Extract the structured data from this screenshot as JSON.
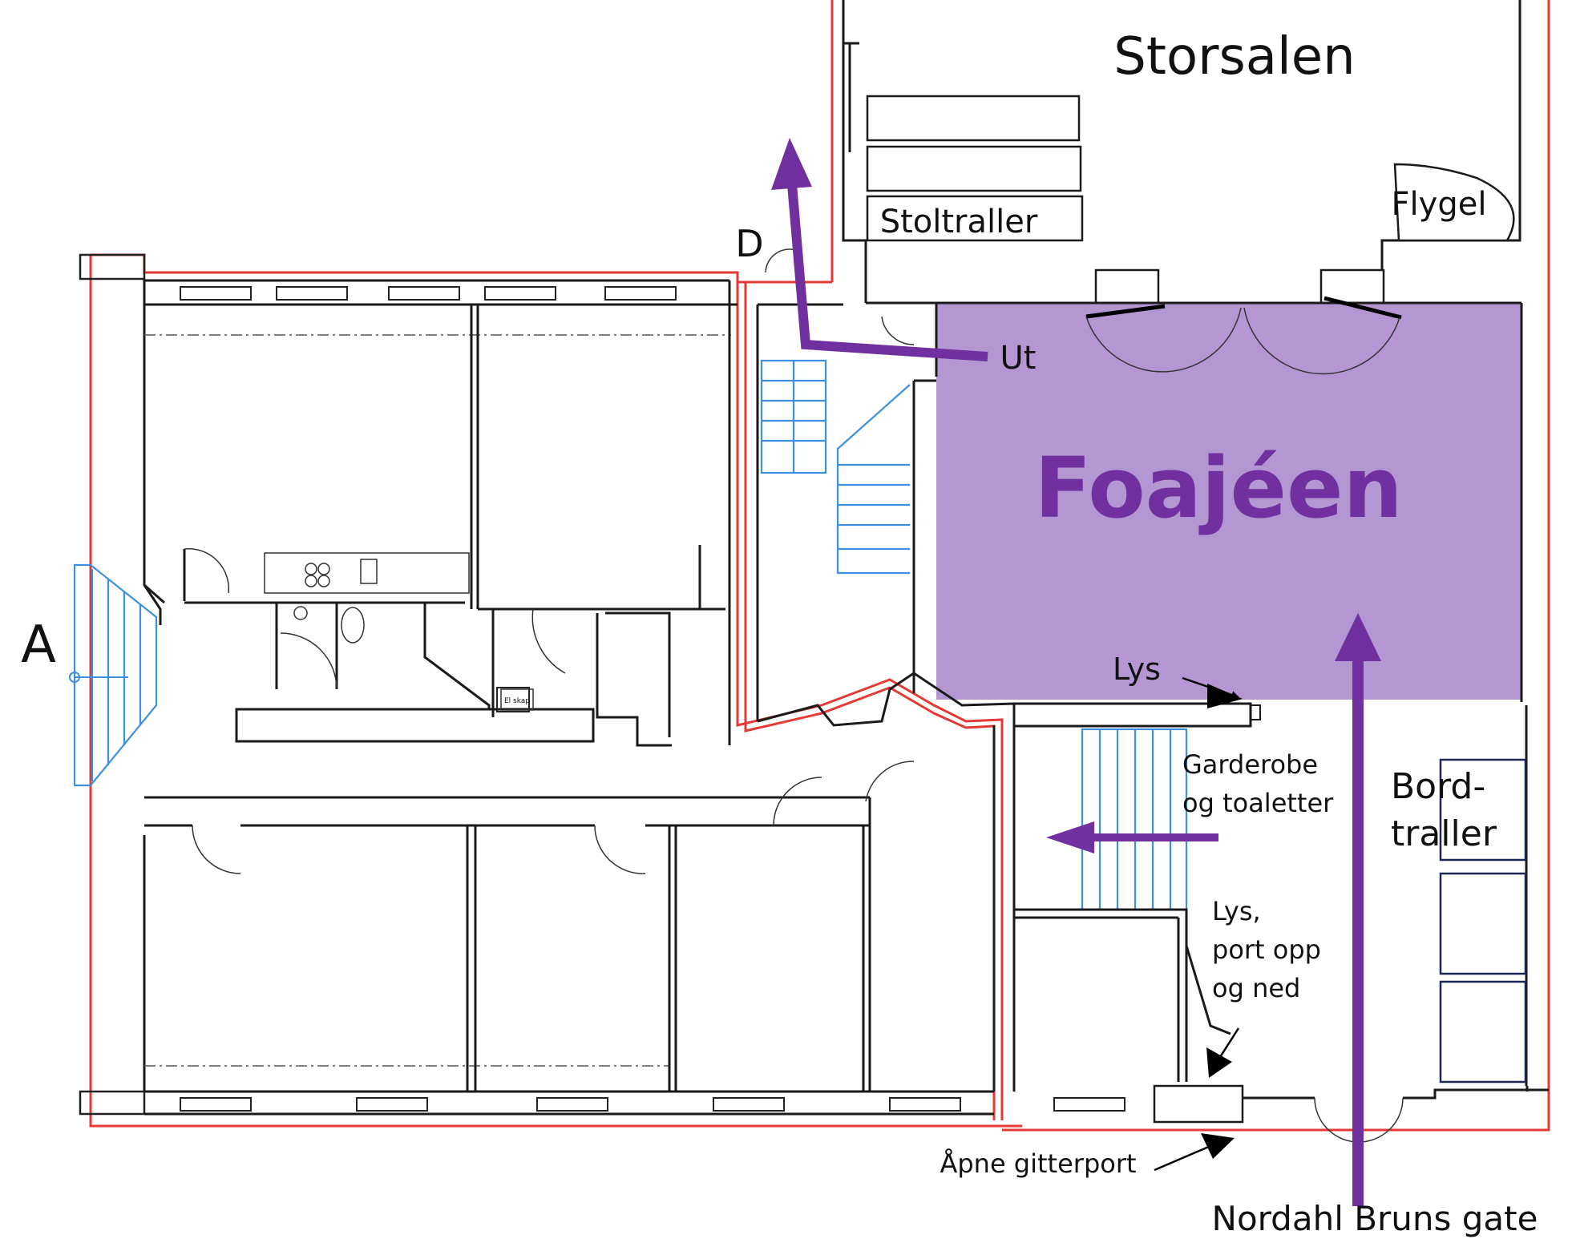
{
  "labels": {
    "storsalen": "Storsalen",
    "foajeen": "Foajéen",
    "stoltraller": "Stoltraller",
    "flygel": "Flygel",
    "d": "D",
    "a": "A",
    "ut": "Ut",
    "lys": "Lys",
    "garderobe_1": "Garderobe",
    "garderobe_2": "og toaletter",
    "bord_1": "Bord-",
    "bord_2": "traller",
    "lys_port_1": "Lys,",
    "lys_port_2": "port opp",
    "lys_port_3": "og ned",
    "apne_gitterport": "Åpne gitterport",
    "nordahl": "Nordahl Bruns gate",
    "el_skap": "El skap"
  },
  "colors": {
    "foyer_fill": "#b497d2",
    "accent_purple": "#7030a0",
    "outline_red": "#e53935",
    "stair_blue": "#3d8fe0",
    "trolley_navy": "#1c2756"
  }
}
